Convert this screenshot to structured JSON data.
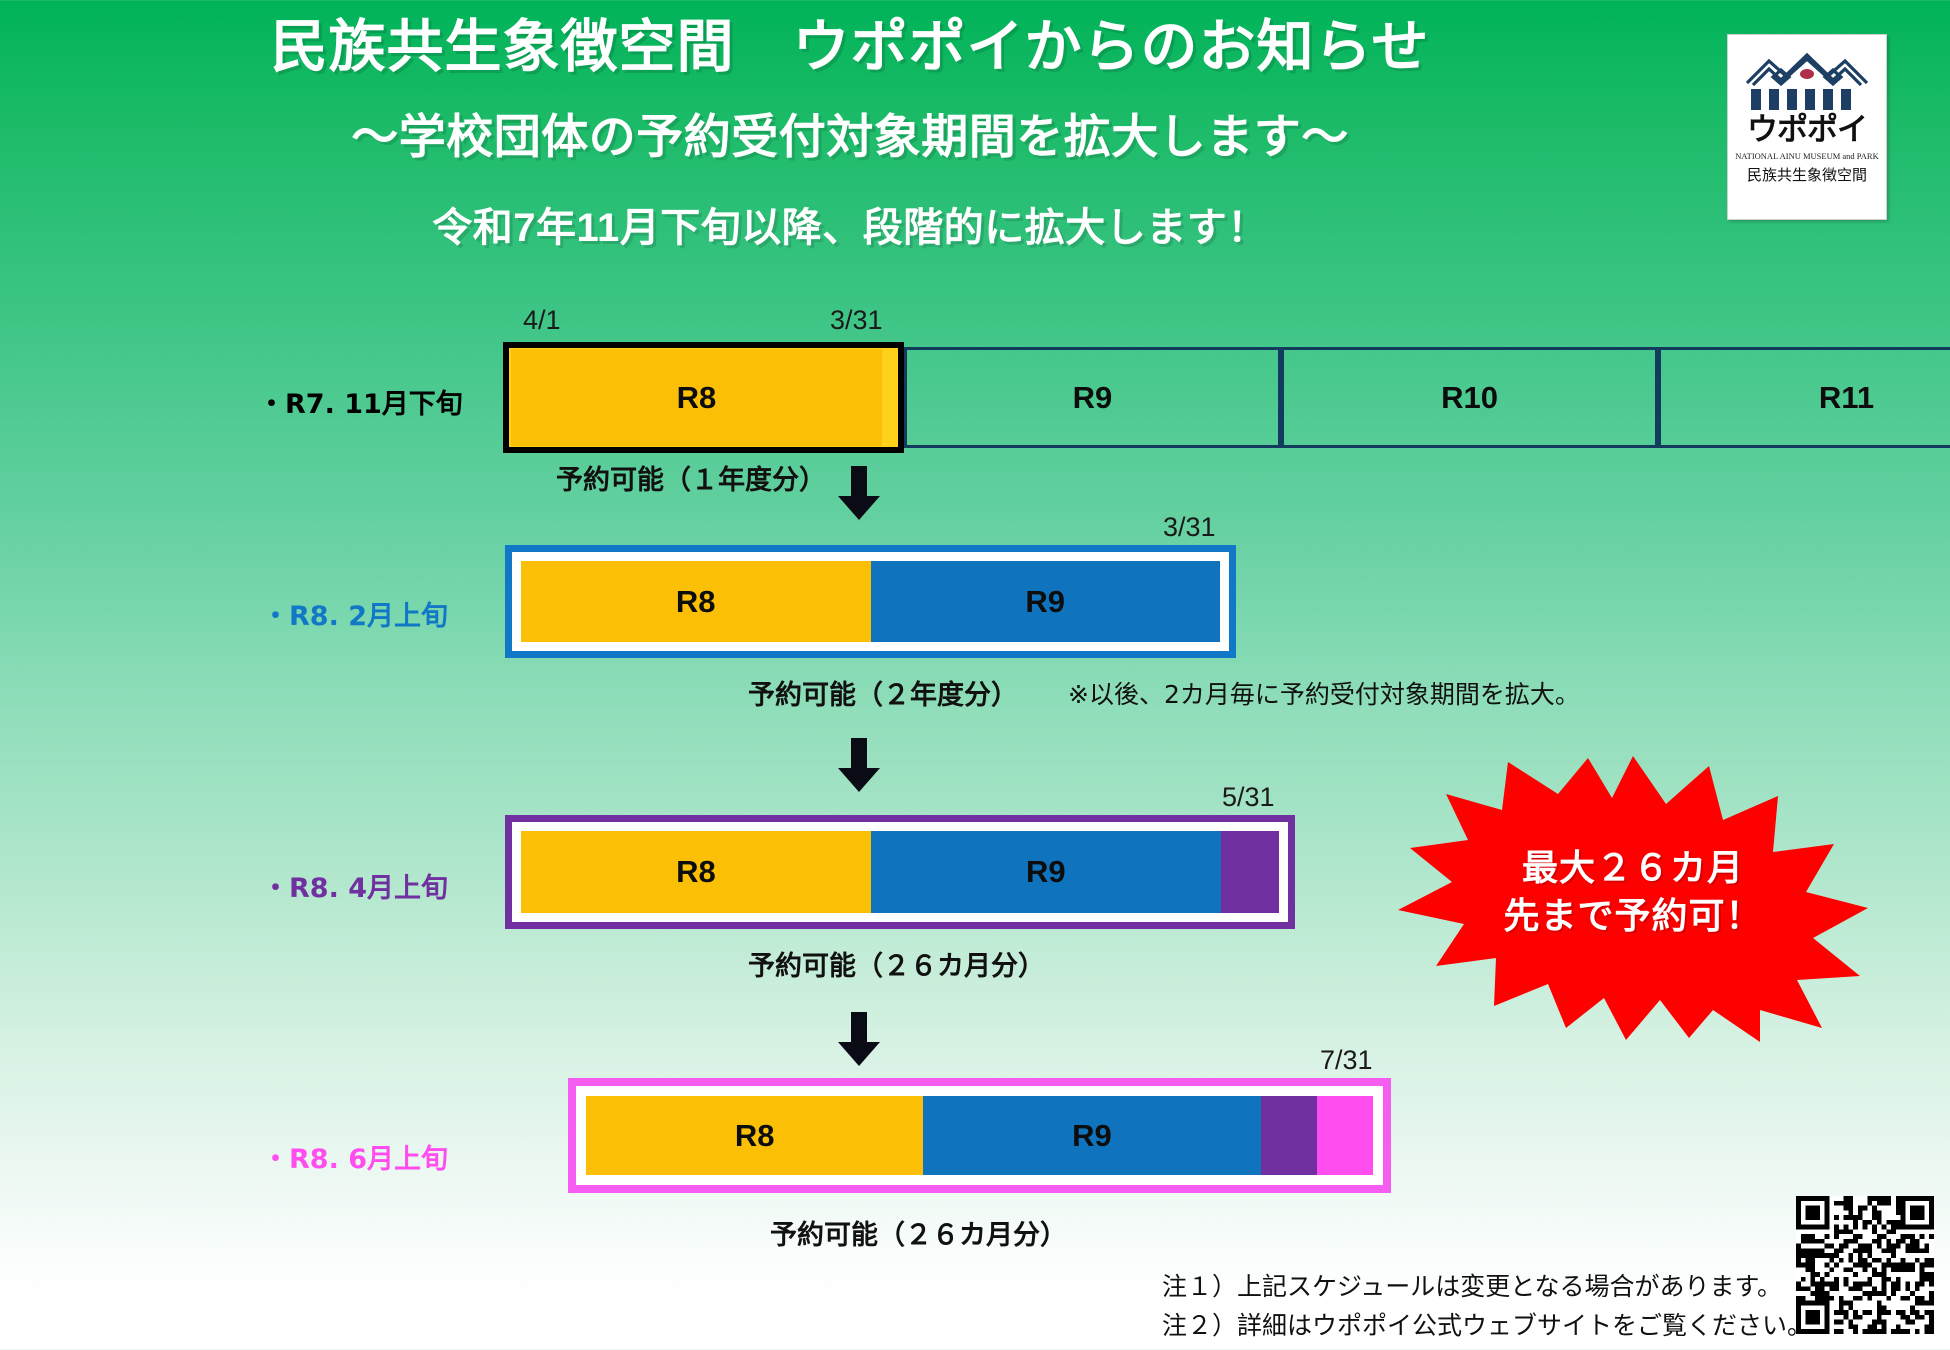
{
  "header": {
    "title_main": "民族共生象徴空間　ウポポイからのお知らせ",
    "title_sub": "～学校団体の予約受付対象期間を拡大します～",
    "title_note": "令和7年11月下旬以降、段階的に拡大します！"
  },
  "logo": {
    "katakana": "ウポポイ",
    "english": "NATIONAL AINU MUSEUM and PARK",
    "japanese": "民族共生象徴空間",
    "mark_color": "#1c3f63",
    "accent_color": "#b0304a"
  },
  "chart_data": {
    "type": "table",
    "title": "予約受付対象期間の段階的拡大スケジュール",
    "rows": [
      {
        "label": "・R7. 11月下旬",
        "label_color": "#000000",
        "frame_color": "#000000",
        "start_date": "4/1",
        "end_date": "3/31",
        "caption": "予約可能（１年度分）",
        "segments": [
          {
            "name": "R8",
            "color": "#fbbf06",
            "span": 12,
            "filled": true
          },
          {
            "name": "R9",
            "color": "transparent",
            "span": 12,
            "filled": false
          },
          {
            "name": "R10",
            "color": "transparent",
            "span": 12,
            "filled": false
          },
          {
            "name": "R11",
            "color": "transparent",
            "span": 12,
            "filled": false
          }
        ]
      },
      {
        "label": "・R8. 2月上旬",
        "label_color": "#1177c7",
        "frame_color": "#1177c7",
        "end_date": "3/31",
        "caption": "予約可能（２年度分）",
        "note": "※以後、2カ月毎に予約受付対象期間を拡大。",
        "segments": [
          {
            "name": "R8",
            "color": "#fbbf06",
            "span": 12,
            "filled": true
          },
          {
            "name": "R9",
            "color": "#0f73bd",
            "span": 12,
            "filled": true
          }
        ]
      },
      {
        "label": "・R8. 4月上旬",
        "label_color": "#7030a0",
        "frame_color": "#7030a0",
        "end_date": "5/31",
        "caption": "予約可能（２６カ月分）",
        "segments": [
          {
            "name": "R8",
            "color": "#fbbf06",
            "span": 12,
            "filled": true
          },
          {
            "name": "R9",
            "color": "#0f73bd",
            "span": 12,
            "filled": true
          },
          {
            "name": "",
            "color": "#7030a0",
            "span": 2,
            "filled": true
          }
        ]
      },
      {
        "label": "・R8. 6月上旬",
        "label_color": "#ff4df0",
        "frame_color": "#f45df0",
        "end_date": "7/31",
        "caption": "予約可能（２６カ月分）",
        "segments": [
          {
            "name": "R8",
            "color": "#fbbf06",
            "span": 12,
            "filled": true
          },
          {
            "name": "R9",
            "color": "#0f73bd",
            "span": 12,
            "filled": true
          },
          {
            "name": "",
            "color": "#7030a0",
            "span": 2,
            "filled": true
          },
          {
            "name": "",
            "color": "#ff4df0",
            "span": 2,
            "filled": true
          }
        ]
      }
    ]
  },
  "badge": {
    "line1": "最大２６カ月",
    "line2": "先まで予約可！",
    "color": "#fd0000"
  },
  "footnotes": {
    "note1": "注１）上記スケジュールは変更となる場合があります。",
    "note2": "注２）詳細はウポポイ公式ウェブサイトをご覧ください。"
  },
  "qr": {
    "name": "qr-code"
  }
}
